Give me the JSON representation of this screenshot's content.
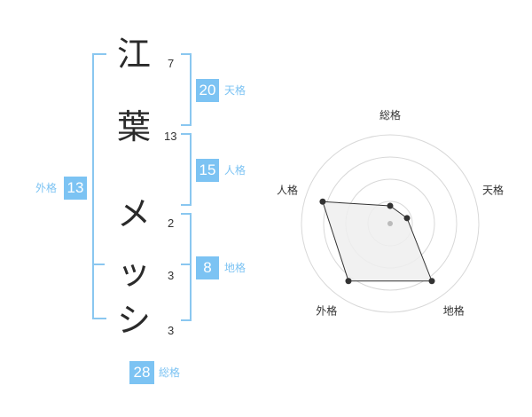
{
  "name": {
    "characters": [
      {
        "char": "江",
        "strokes": "7"
      },
      {
        "char": "葉",
        "strokes": "13"
      },
      {
        "char": "メ",
        "strokes": "2"
      },
      {
        "char": "ッ",
        "strokes": "3"
      },
      {
        "char": "シ",
        "strokes": "3"
      }
    ]
  },
  "fortune": {
    "tenkaku": {
      "value": "20",
      "label": "天格"
    },
    "jinkaku": {
      "value": "15",
      "label": "人格"
    },
    "chikaku": {
      "value": "8",
      "label": "地格"
    },
    "gaikaku": {
      "value": "13",
      "label": "外格"
    },
    "soukaku": {
      "value": "28",
      "label": "総格"
    }
  },
  "chart_data": {
    "type": "radar",
    "axes": [
      "総格",
      "天格",
      "地格",
      "外格",
      "人格"
    ],
    "rings": 4,
    "max": 5,
    "values": [
      1,
      1,
      4,
      4,
      4
    ],
    "colors": {
      "ring": "#d8d8d8",
      "fill": "#efefef",
      "stroke": "#333333",
      "point": "#333333",
      "center": "#bbbbbb"
    }
  }
}
